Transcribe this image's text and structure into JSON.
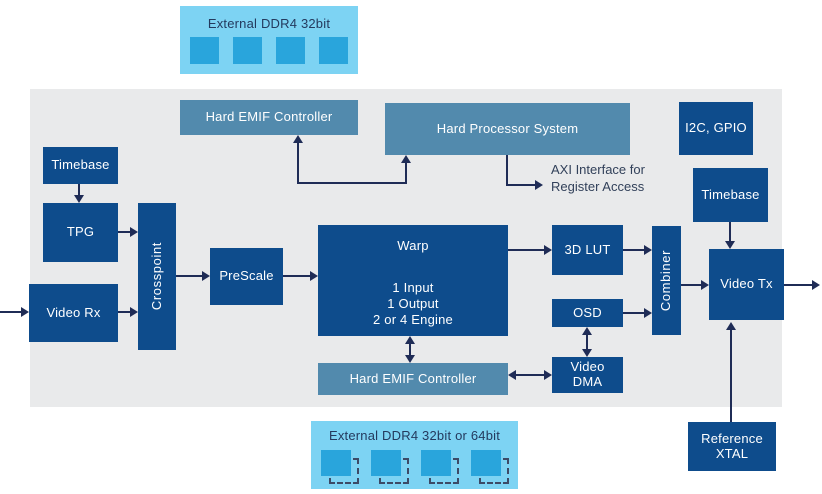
{
  "diagram": {
    "top_memory": {
      "title": "External DDR4 32bit",
      "chip_count": 4
    },
    "bottom_memory": {
      "title": "External DDR4 32bit or 64bit",
      "chip_count": 4
    },
    "blocks": {
      "hard_emif_top": {
        "label": "Hard EMIF Controller"
      },
      "hps": {
        "label": "Hard Processor System"
      },
      "i2c_gpio": {
        "label": "I2C, GPIO"
      },
      "timebase_left": {
        "label": "Timebase"
      },
      "tpg": {
        "label": "TPG"
      },
      "video_rx": {
        "label": "Video Rx"
      },
      "crosspoint": {
        "label": "Crosspoint"
      },
      "prescale": {
        "label": "PreScale"
      },
      "warp": {
        "title": "Warp",
        "lines": [
          "1 Input",
          "1 Output",
          "2 or 4 Engine"
        ]
      },
      "lut3d": {
        "label": "3D LUT"
      },
      "osd": {
        "label": "OSD"
      },
      "combiner": {
        "label": "Combiner"
      },
      "timebase_right": {
        "label": "Timebase"
      },
      "video_tx": {
        "label": "Video Tx"
      },
      "video_dma": {
        "label": "Video DMA"
      },
      "hard_emif_bottom": {
        "label": "Hard EMIF Controller"
      },
      "ref_xtal": {
        "label": "Reference XTAL"
      }
    },
    "annotations": {
      "axi": {
        "line1": "AXI Interface for",
        "line2": "Register Access"
      }
    },
    "colors": {
      "dark_blue": "#0E4C8C",
      "steel_blue": "#528AAD",
      "light_blue": "#7DD3F3",
      "chip_blue": "#29A5DC",
      "canvas_gray": "#E9EAEB",
      "arrow_navy": "#1F2C56",
      "text_navy": "#243A5E"
    }
  }
}
